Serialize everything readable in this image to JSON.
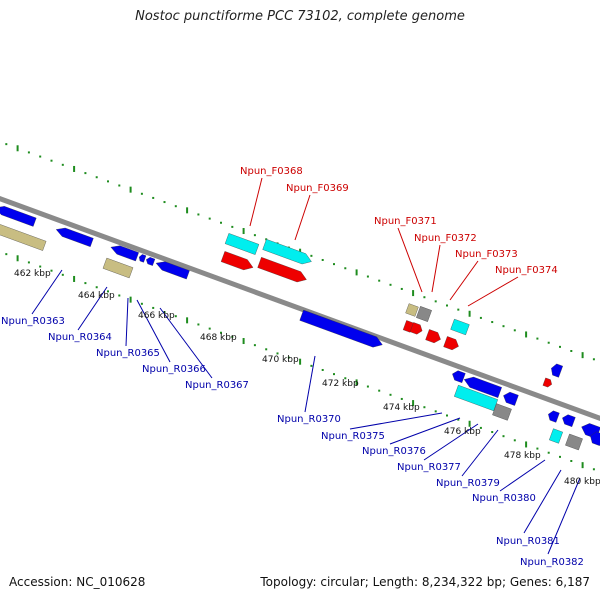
{
  "title": "Nostoc punctiforme PCC 73102, complete genome",
  "footer": {
    "accession": "Accession: NC_010628",
    "summary": "Topology: circular; Length: 8,234,322 bp; Genes: 6,187"
  },
  "colors": {
    "backbone": "#8a8a8a",
    "tick": "#1e8c1e",
    "forward_label": "#cc0000",
    "reverse_label": "#0000aa",
    "cds": "#0000ee",
    "rna": "#00eeee",
    "pseudo": "#c8bd82",
    "forward_cds": "#ee0000",
    "other": "#888888"
  },
  "scale_labels": [
    "462 kbp",
    "464 kbp",
    "466 kbp",
    "468 kbp",
    "470 kbp",
    "472 kbp",
    "474 kbp",
    "476 kbp",
    "478 kbp",
    "480 kbp"
  ],
  "forward_genes": [
    "Npun_F0368",
    "Npun_F0369",
    "Npun_F0371",
    "Npun_F0372",
    "Npun_F0373",
    "Npun_F0374"
  ],
  "reverse_genes": [
    "Npun_R0363",
    "Npun_R0364",
    "Npun_R0365",
    "Npun_R0366",
    "Npun_R0367",
    "Npun_R0370",
    "Npun_R0375",
    "Npun_R0376",
    "Npun_R0377",
    "Npun_R0379",
    "Npun_R0380",
    "Npun_R0381",
    "Npun_R0382"
  ]
}
